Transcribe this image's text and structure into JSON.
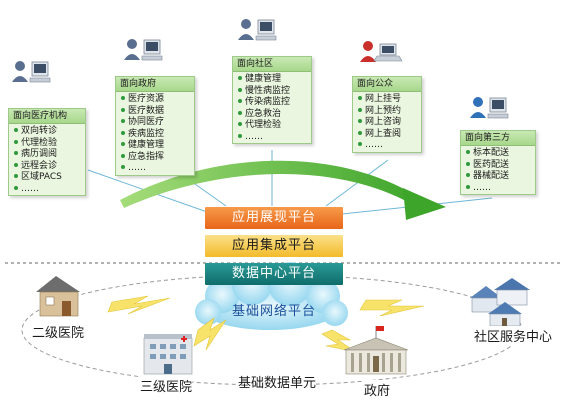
{
  "cards": {
    "medical": {
      "title": "面向医疗机构",
      "items": [
        "双向转诊",
        "代理检验",
        "病历调阅",
        "远程会诊",
        "区域PACS",
        "……"
      ]
    },
    "government": {
      "title": "面向政府",
      "items": [
        "医疗资源",
        "医疗数据",
        "协同医疗",
        "疾病监控",
        "健康管理",
        "应急指挥",
        "……"
      ]
    },
    "community": {
      "title": "面向社区",
      "items": [
        "健康管理",
        "慢性病监控",
        "传染病监控",
        "应急救治",
        "代理检验",
        "……"
      ]
    },
    "public": {
      "title": "面向公众",
      "items": [
        "网上挂号",
        "网上预约",
        "网上咨询",
        "网上查阅",
        "……"
      ]
    },
    "third_party": {
      "title": "面向第三方",
      "items": [
        "标本配送",
        "医药配送",
        "器械配送",
        "……"
      ]
    }
  },
  "platforms": {
    "presentation": "应用展现平台",
    "integration": "应用集成平台",
    "data_center": "数据中心平台",
    "network": "基础网络平台"
  },
  "places": {
    "secondary_hospital": "二级医院",
    "tertiary_hospital": "三级医院",
    "basic_data_unit": "基础数据单元",
    "government": "政府",
    "community_center": "社区服务中心"
  },
  "colors": {
    "card_bg": "#eaf6df",
    "presentation": "#f07828",
    "integration": "#f6c534",
    "data_center": "#16807e",
    "arrow": "#4cae2f",
    "cloud": "#aee3f6",
    "lightning": "#f7e36a"
  },
  "icons": {
    "user_terminal": "user-computer-icon",
    "user_laptop": "user-laptop-icon",
    "house": "house-icon",
    "hospital": "hospital-building-icon",
    "government_building": "government-building-icon",
    "community_houses": "community-houses-icon"
  }
}
